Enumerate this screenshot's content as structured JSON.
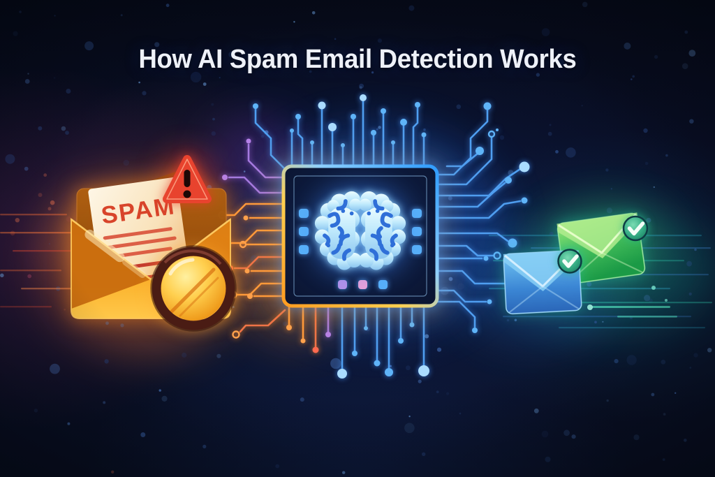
{
  "title": "How AI Spam Email Detection Works",
  "scene": {
    "spam_email": {
      "label": "SPAM",
      "icons": [
        "open-envelope-icon",
        "warning-triangle-icon",
        "magnifier-icon"
      ]
    },
    "ai_chip": {
      "icon": "brain-chip-icon"
    },
    "clean_emails": {
      "count": 2,
      "icons": [
        "envelope-blue-icon",
        "envelope-green-icon"
      ],
      "badge_icon": "check-badge-icon"
    }
  },
  "colors": {
    "background": "#090d20",
    "title_text": "#eef1f8",
    "spam_red": "#d8442a",
    "warning_red": "#e8432e",
    "envelope_orange": "#f9a81f",
    "chip_glow_blue": "#2f9cff",
    "chip_glow_orange": "#ff9c20",
    "brain_blue": "#bfe9fc",
    "clean_envelope_blue": "#3b86d4",
    "clean_envelope_green": "#2fae52",
    "check_badge_teal": "#35ac84"
  }
}
